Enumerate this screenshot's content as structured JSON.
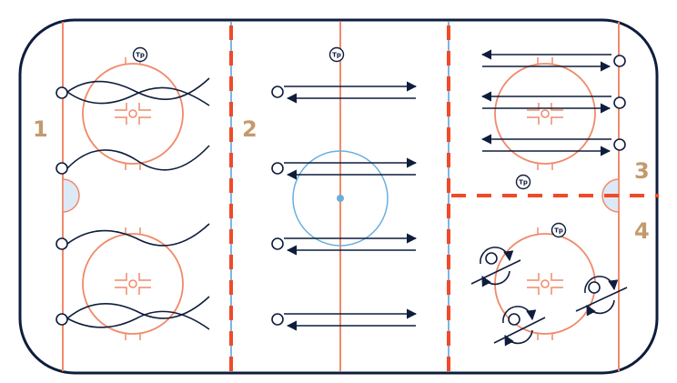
{
  "zones": [
    {
      "label": "1"
    },
    {
      "label": "2"
    },
    {
      "label": "3"
    },
    {
      "label": "4"
    }
  ],
  "coach_marker": "Tp",
  "colors": {
    "board": "#0f1d3d",
    "line_orange": "#f08a6a",
    "red_dash": "#f04a2a",
    "blue_line": "#7fb5e0",
    "center_circle": "#6aaede",
    "drill": "#0f1d3d",
    "label": "#c49a6c",
    "crease_fill": "#dce9f6"
  }
}
